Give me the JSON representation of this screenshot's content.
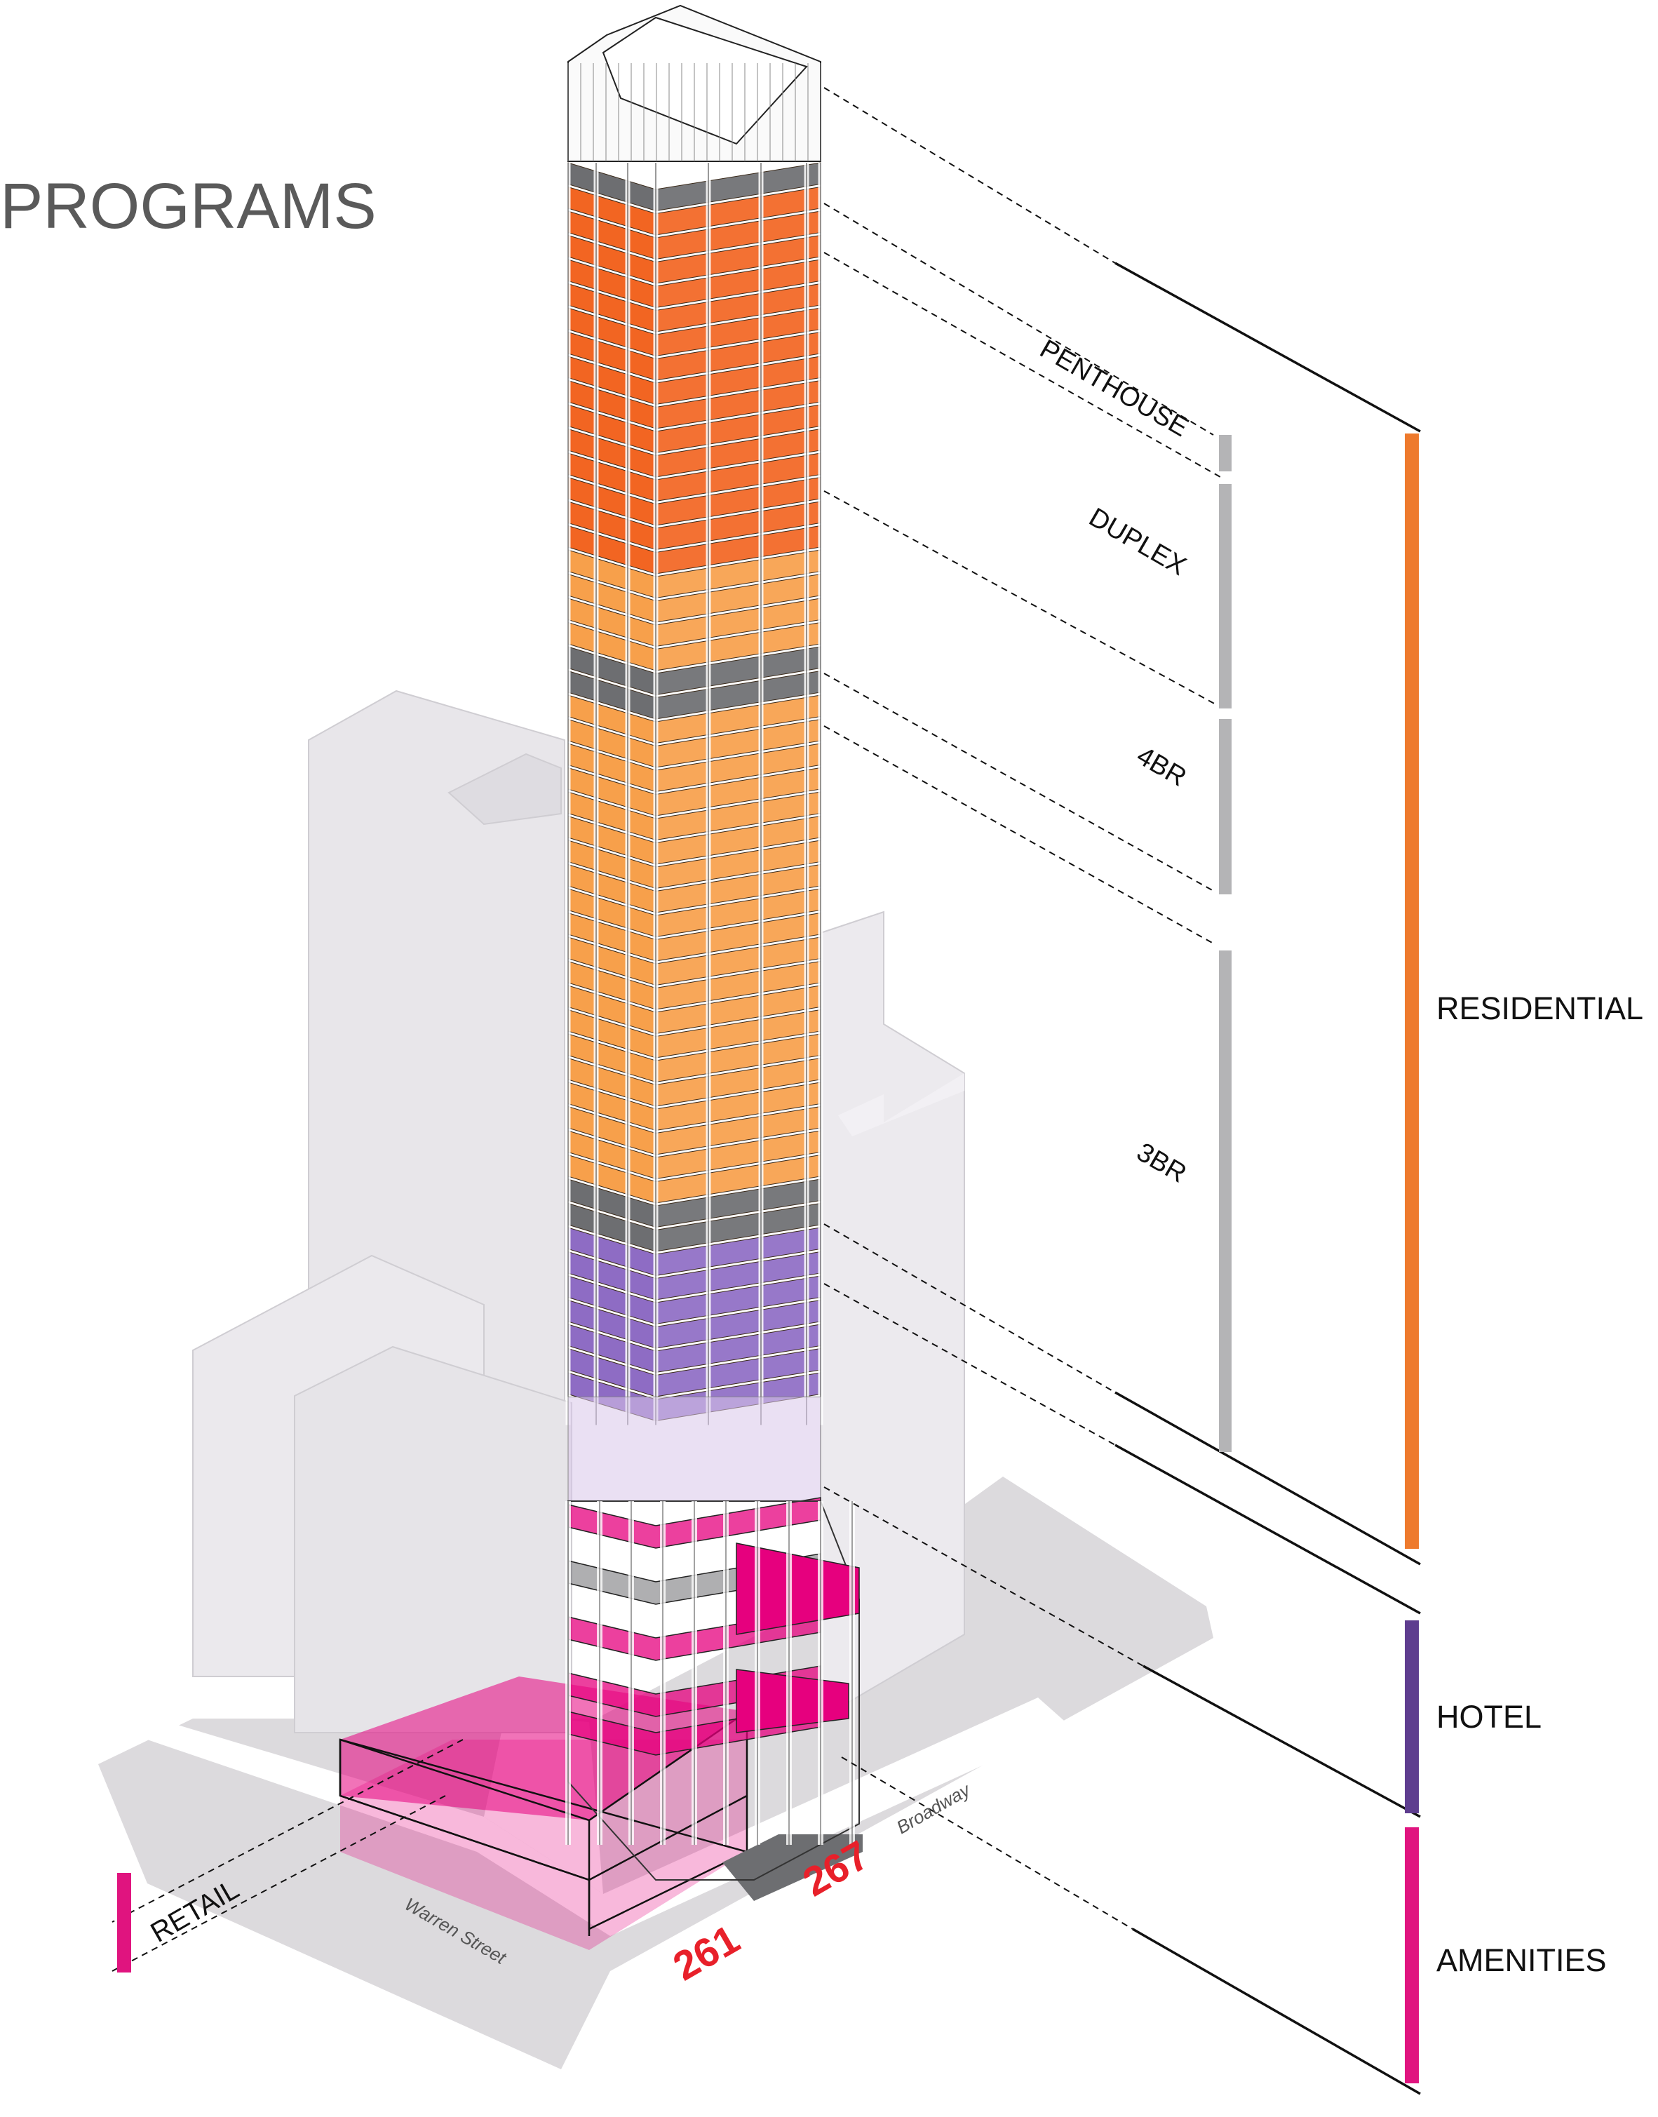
{
  "title": "PROGRAMS",
  "sub_programs": [
    "PENTHOUSE",
    "DUPLEX",
    "4BR",
    "3BR"
  ],
  "programs": [
    "RESIDENTIAL",
    "HOTEL",
    "AMENITIES"
  ],
  "retail_label": "RETAIL",
  "streets": {
    "warren": "Warren Street",
    "broadway": "Broadway"
  },
  "addresses": {
    "a": "261",
    "b": "267"
  },
  "colors": {
    "residential": "#ee7a2d",
    "hotel": "#5e3d8f",
    "amenities": "#e0147f",
    "sub_program_bar": "#b4b4b6",
    "orange_dark": "#f26522",
    "orange_light": "#f7a04b",
    "purple": "#8e6cc4",
    "magenta": "#e6007e",
    "gray_floor": "#6d6e71",
    "context": "#e7e5e9"
  },
  "icons": [
    "tower-icon"
  ]
}
